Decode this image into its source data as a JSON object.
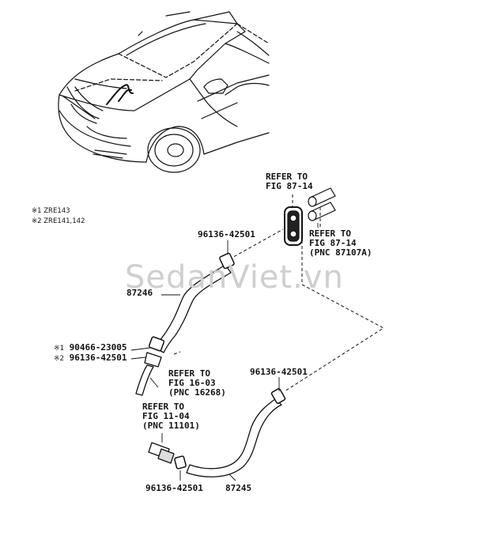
{
  "notes": {
    "note1_mark": "※1",
    "note1_text": "ZRE143",
    "note2_mark": "※2",
    "note2_text": "ZRE141,142"
  },
  "refs": {
    "fig87_14_top": [
      "REFER TO",
      "FIG 87-14"
    ],
    "fig87_14_right": [
      "REFER TO",
      "FIG 87-14",
      "(PNC 87107A)"
    ],
    "fig16_03": [
      "REFER TO",
      "FIG 16-03",
      "(PNC 16268)"
    ],
    "fig11_04": [
      "REFER TO",
      "FIG 11-04",
      "(PNC 11101)"
    ]
  },
  "parts": {
    "clamp_upper": "96136-42501",
    "hose_upper": "87246",
    "note1_part_mark": "※1",
    "note1_part": "90466-23005",
    "note2_part_mark": "※2",
    "note2_part": "96136-42501",
    "clamp_mid_right": "96136-42501",
    "clamp_bottom": "96136-42501",
    "hose_lower": "87245"
  },
  "watermark": "SedanViet.vn",
  "colors": {
    "line": "#111111",
    "watermark": "#cfcfcf"
  }
}
